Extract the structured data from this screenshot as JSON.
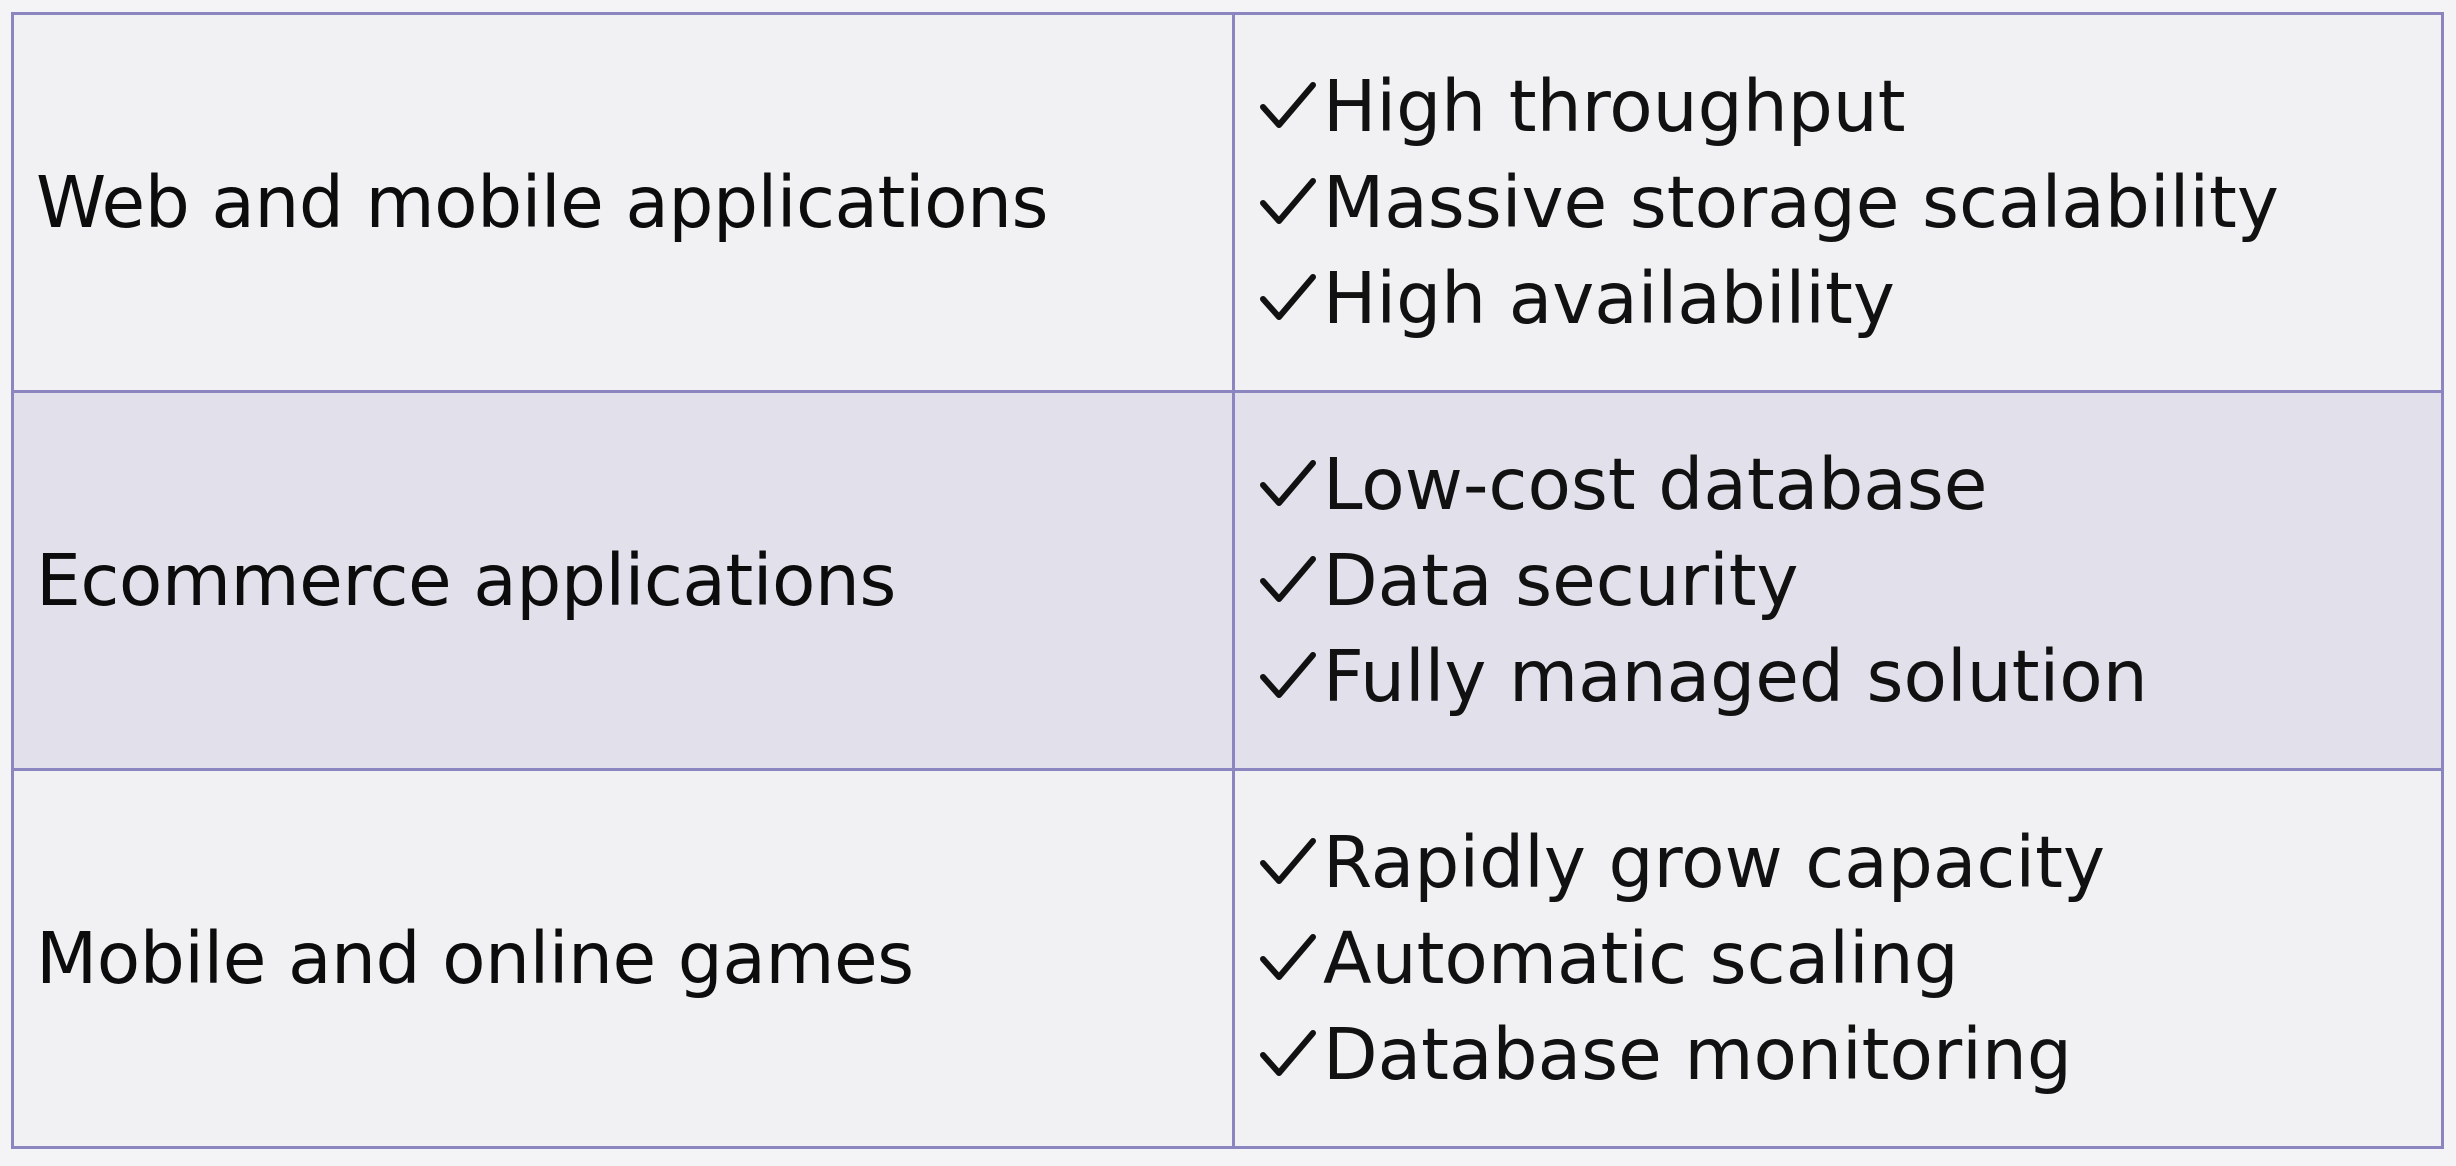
{
  "colors": {
    "border": "#8b86bf",
    "row_light": "#f1f1f4",
    "row_shaded": "#e2e1eb",
    "text": "#111111"
  },
  "rows": [
    {
      "use_case": "Web and mobile applications",
      "benefits": [
        "High throughput",
        "Massive storage scalability",
        "High availability"
      ],
      "icon": "check-icon"
    },
    {
      "use_case": "Ecommerce applications",
      "benefits": [
        "Low-cost database",
        "Data security",
        "Fully managed solution"
      ],
      "icon": "check-icon"
    },
    {
      "use_case": "Mobile and online games",
      "benefits": [
        "Rapidly grow capacity",
        "Automatic scaling",
        "Database monitoring"
      ],
      "icon": "check-icon"
    }
  ]
}
